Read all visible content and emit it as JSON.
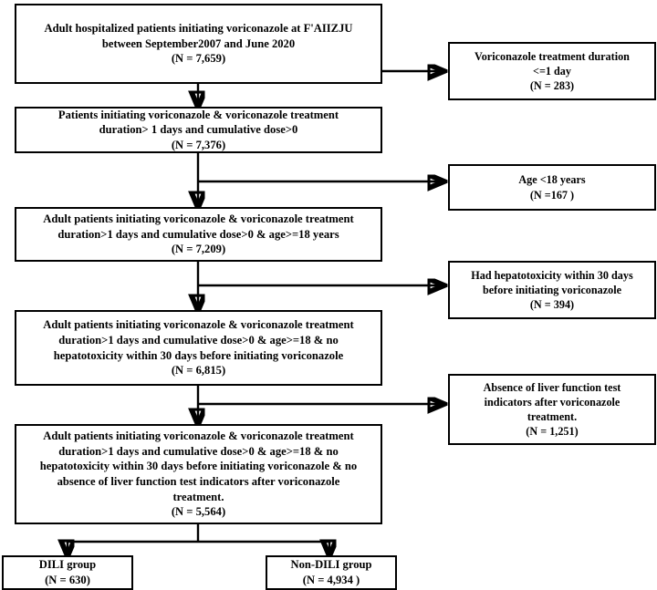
{
  "diagram": {
    "title": "Patient selection flow diagram for voriconazole cohort",
    "type": "flowchart",
    "orientation": "top-down",
    "line_color": "#000000",
    "box_fill": "#ffffff",
    "text_color": "#000000"
  },
  "main_nodes": [
    {
      "id": "node-1",
      "name": "cohort-initial",
      "text": "Adult hospitalized patients initiating voriconazole at F'AIIZJU\nbetween September2007 and June 2020\n(N = 7,659)",
      "n_label": "(N = 7,659)",
      "n_value": 7659
    },
    {
      "id": "node-2",
      "name": "cohort-duration-dose",
      "text": "Patients initiating voriconazole & voriconazole treatment\nduration> 1 days and cumulative dose>0\n(N = 7,376)",
      "n_label": "(N = 7,376)",
      "n_value": 7376
    },
    {
      "id": "node-3",
      "name": "cohort-adult-age",
      "text": "Adult patients initiating voriconazole & voriconazole treatment\nduration>1 days and cumulative dose>0 & age>=18 years\n(N = 7,209)",
      "n_label": "(N = 7,209)",
      "n_value": 7209
    },
    {
      "id": "node-4",
      "name": "cohort-no-prior-hepatotoxicity",
      "text": "Adult patients initiating voriconazole & voriconazole treatment\nduration>1 days and cumulative dose>0 & age>=18 & no\nhepatotoxicity within 30 days before initiating voriconazole\n(N = 6,815)",
      "n_label": "(N = 6,815)",
      "n_value": 6815
    },
    {
      "id": "node-5",
      "name": "cohort-final-analysis",
      "text": "Adult patients initiating voriconazole & voriconazole treatment\nduration>1 days and cumulative dose>0 & age>=18 & no\nhepatotoxicity within 30 days before initiating voriconazole & no\nabsence of liver function test indicators after voriconazole\ntreatment.\n(N = 5,564)",
      "n_label": "(N = 5,564)",
      "n_value": 5564
    }
  ],
  "exclusion_nodes": [
    {
      "id": "excl-1",
      "name": "exclusion-short-duration",
      "text": "Voriconazole treatment duration\n<=1 day\n(N = 283)",
      "n_label": "(N = 283)",
      "n_value": 283
    },
    {
      "id": "excl-2",
      "name": "exclusion-under-18",
      "text": "Age <18 years\n(N =167 )",
      "n_label": "(N =167 )",
      "n_value": 167
    },
    {
      "id": "excl-3",
      "name": "exclusion-prior-hepatotoxicity",
      "text": "Had hepatotoxicity within 30 days\nbefore initiating voriconazole\n(N = 394)",
      "n_label": "(N = 394)",
      "n_value": 394
    },
    {
      "id": "excl-4",
      "name": "exclusion-no-lft-indicators",
      "text": "Absence of liver function test\nindicators after voriconazole\ntreatment.\n(N = 1,251)",
      "n_label": "(N = 1,251)",
      "n_value": 1251
    }
  ],
  "outcome_nodes": [
    {
      "id": "out-1",
      "name": "outcome-dili-group",
      "text": "DILI group\n(N = 630)",
      "n_label": "(N = 630)",
      "n_value": 630
    },
    {
      "id": "out-2",
      "name": "outcome-non-dili-group",
      "text": "Non-DILI group\n(N = 4,934 )",
      "n_label": "(N = 4,934 )",
      "n_value": 4934
    }
  ]
}
